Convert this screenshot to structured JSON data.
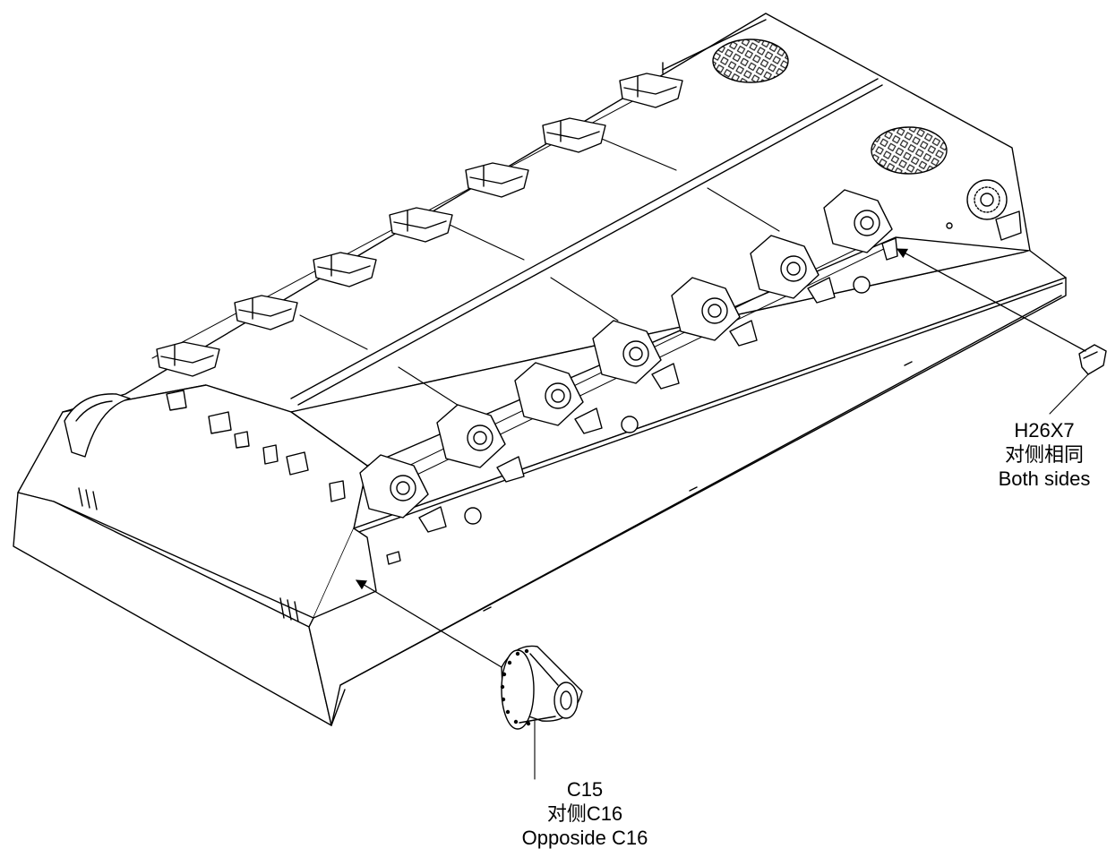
{
  "callouts": {
    "part_h26x7": {
      "code": "H26X7",
      "note_cn": "对侧相同",
      "note_en": "Both sides"
    },
    "part_c15": {
      "code": "C15",
      "note_cn": "对侧C16",
      "note_en": "Opposide C16"
    }
  },
  "colors": {
    "line": "#000000",
    "hatch": "#444444",
    "background": "#ffffff"
  },
  "icons": [
    "hull-body",
    "return-roller-mount",
    "suspension-arm",
    "drive-sprocket-hub",
    "engine-grille",
    "pointer-arrow"
  ]
}
